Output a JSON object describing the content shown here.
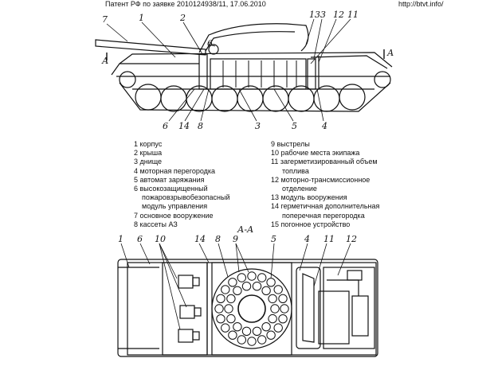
{
  "header": {
    "title": "Патент РФ по заявке 2010124938/11, 17.06.2010",
    "url": "http://btvt.info/"
  },
  "section_labels": {
    "cut_left": "A",
    "cut_right": "A",
    "view": "А-А"
  },
  "side_view_callouts": [
    "7",
    "1",
    "2",
    "6",
    "13",
    "3",
    "12",
    "11",
    "А",
    "А",
    "6",
    "14",
    "8",
    "3",
    "5",
    "4"
  ],
  "plan_view_callouts": [
    "1",
    "6",
    "10",
    "14",
    "8",
    "9",
    "5",
    "4",
    "11",
    "12"
  ],
  "legend_left": [
    "1 корпус",
    "2 крыша",
    "3 днище",
    "4 моторная перегородка",
    "5 автомат заряжания",
    "6 высокозащищенный",
    "пожаровзрывобезопасный",
    "модуль управления",
    "7 основное вооружение",
    "8 кассеты АЗ"
  ],
  "legend_right": [
    "9   выстрелы",
    "10 рабочие места экипажа",
    "11 загерметизированный объем",
    "топлива",
    "12 моторно-трансмиссионное",
    "отделение",
    "13 модуль вооружения",
    "14 герметичная дополнительная",
    "поперечная перегородка",
    "15 погонное устройство"
  ]
}
